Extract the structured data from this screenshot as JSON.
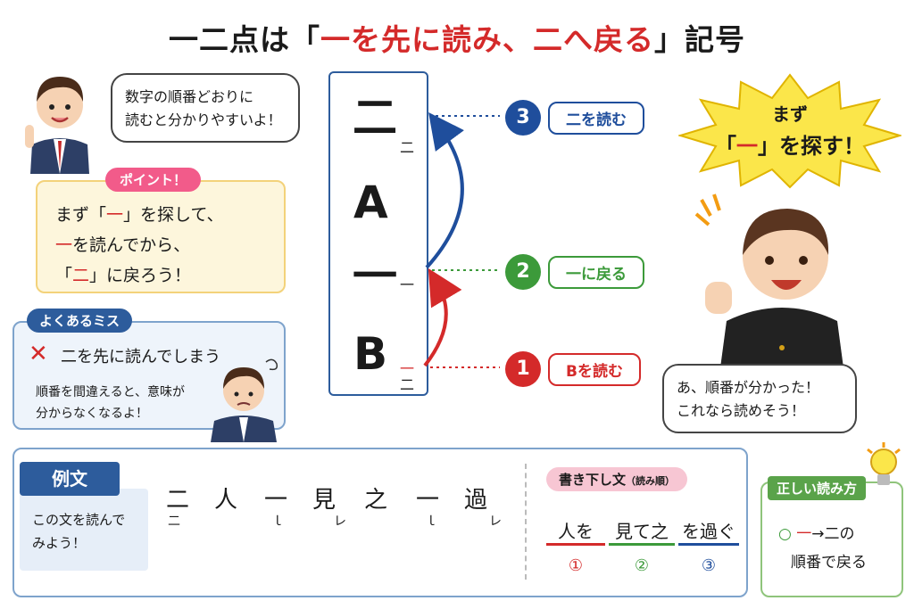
{
  "title": {
    "part1": "一二点は「",
    "highlight": "一を先に読み、二へ戻る",
    "part2": "」記号"
  },
  "teacher_bubble": {
    "line1": "数字の順番どおりに",
    "line2": "読むと分かりやすいよ！"
  },
  "point": {
    "tag": "ポイント！",
    "line1_a": "まず「",
    "line1_b": "一",
    "line1_c": "」を探して、",
    "line2_a": "一",
    "line2_b": "を読んでから、",
    "line3_a": "「",
    "line3_b": "二",
    "line3_c": "」に戻ろう！"
  },
  "mistake": {
    "tag": "よくあるミス",
    "headline": "二を先に読んでしまう",
    "line1": "順番を間違えると、意味が",
    "line2": "分からなくなるよ！"
  },
  "kanbun": {
    "chars": [
      "二",
      "A",
      "一",
      "B"
    ],
    "marks": [
      "二",
      "一",
      "一",
      "二"
    ]
  },
  "steps": [
    {
      "num": "3",
      "label": "二を読む",
      "color": "#1f4e9c"
    },
    {
      "num": "2",
      "label": "一に戻る",
      "color": "#3c9a3a"
    },
    {
      "num": "1",
      "label": "Bを読む",
      "color": "#d42a2a"
    }
  ],
  "star": {
    "line1": "まず",
    "line2_a": "「",
    "line2_b": "一",
    "line2_c": "」を探す！"
  },
  "student_bubble": {
    "line1": "あ、順番が分かった！",
    "line2": "これなら読めそう！"
  },
  "example": {
    "tag": "例文",
    "note_line1": "この文を読んで",
    "note_line2": "みよう！",
    "chars": [
      "二",
      "人",
      "一",
      "見",
      "之",
      "一",
      "過"
    ],
    "marks": [
      "二",
      "",
      "ｌ",
      "レ",
      "",
      "ｌ",
      "レ"
    ]
  },
  "kakikudashi": {
    "tag": "書き下し文",
    "tag_small": "（読み順）",
    "groups": [
      {
        "text": "人を",
        "num": "①",
        "color": "#d42a2a"
      },
      {
        "text": "見て之",
        "num": "②",
        "color": "#3c9a3a"
      },
      {
        "text": "を過ぐ",
        "num": "③",
        "color": "#1f4e9c"
      }
    ]
  },
  "correct": {
    "tag": "正しい読み方",
    "circle": "○",
    "line1_a": "一",
    "line1_b": "→二の",
    "line2": "順番で戻る"
  },
  "colors": {
    "red": "#d42a2a",
    "green": "#3c9a3a",
    "blue": "#1f4e9c",
    "accent_yellow": "#fbe64a"
  }
}
